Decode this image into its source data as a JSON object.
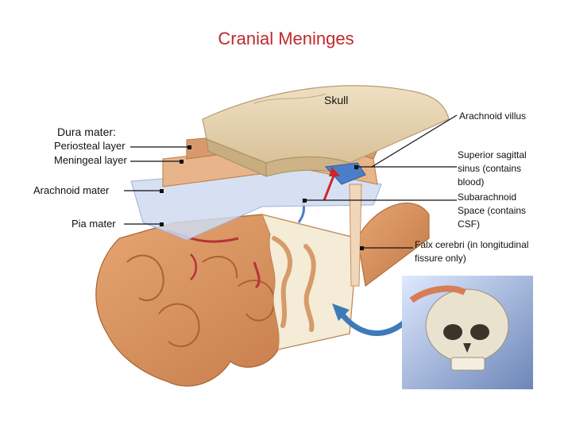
{
  "title": "Cranial Meninges",
  "labels": {
    "skull": "Skull",
    "dura_mater": "Dura mater:",
    "periosteal_layer": "Periosteal layer",
    "meningeal_layer": "Meningeal layer",
    "arachnoid_mater": "Arachnoid mater",
    "pia_mater": "Pia mater",
    "arachnoid_villus": "Arachnoid villus",
    "superior_sagittal_sinus": [
      "Superior sagittal",
      "sinus (contains",
      "blood)"
    ],
    "subarachnoid_space": [
      "Subarachnoid",
      "Space (contains",
      "CSF)"
    ],
    "falx_cerebri": [
      "Falx cerebri (in longitudinal",
      "fissure only)"
    ]
  },
  "colors": {
    "title": "#c0282d",
    "bone": "#e8d5b0",
    "dura": "#e0a67a",
    "arachnoid": "#cfdaf0",
    "brain": "#d9925e",
    "sinus": "#4a7fc8",
    "vessel": "#b8323a"
  }
}
